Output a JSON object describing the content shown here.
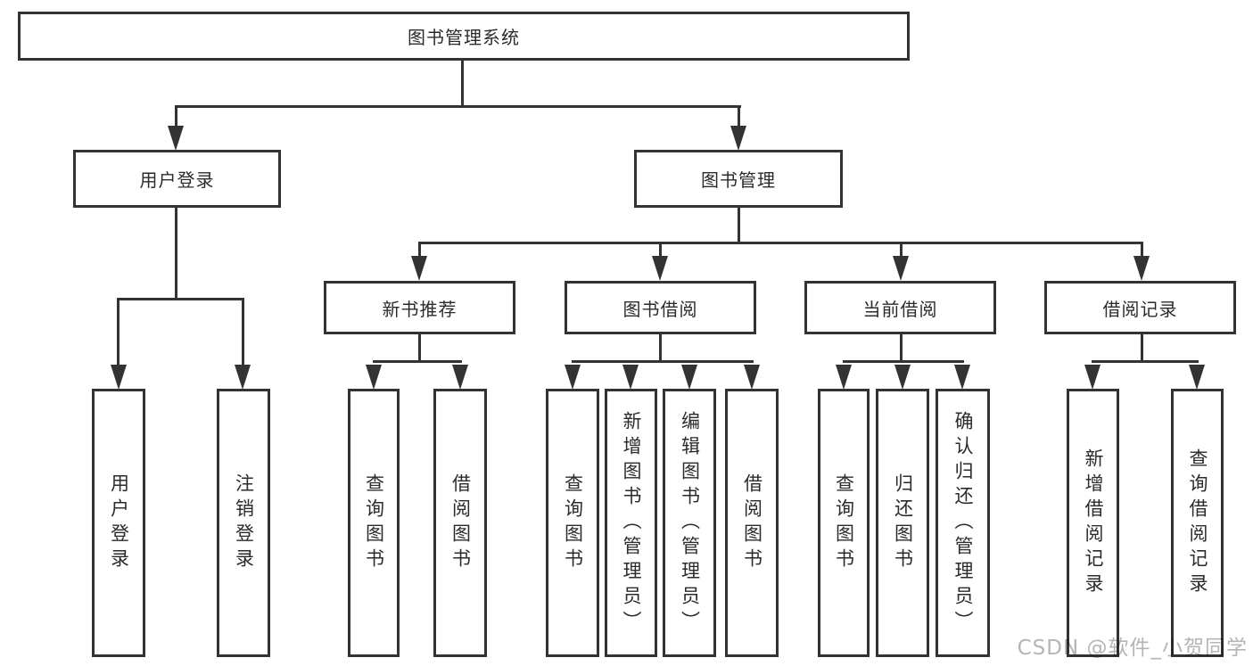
{
  "tree": {
    "root": "图书管理系统",
    "level2": [
      "用户登录",
      "图书管理"
    ],
    "level3": [
      "新书推荐",
      "图书借阅",
      "当前借阅",
      "借阅记录"
    ],
    "leaves": {
      "user_login": [
        "用户登录",
        "注销登录"
      ],
      "new_book_recommend": [
        "查询图书",
        "借阅图书"
      ],
      "book_borrowing": [
        "查询图书",
        "新增图书（管理员）",
        "编辑图书（管理员）",
        "借阅图书"
      ],
      "current_borrowing": [
        "查询图书",
        "归还图书",
        "确认归还（管理员）"
      ],
      "borrowing_records": [
        "新增借阅记录",
        "查询借阅记录"
      ]
    }
  },
  "watermark": {
    "text": "CSDN @软件_小贺同学"
  },
  "colors": {
    "line": "#333333",
    "text": "#2b2b2b",
    "watermark": "#b5b5b5",
    "background": "#ffffff"
  }
}
